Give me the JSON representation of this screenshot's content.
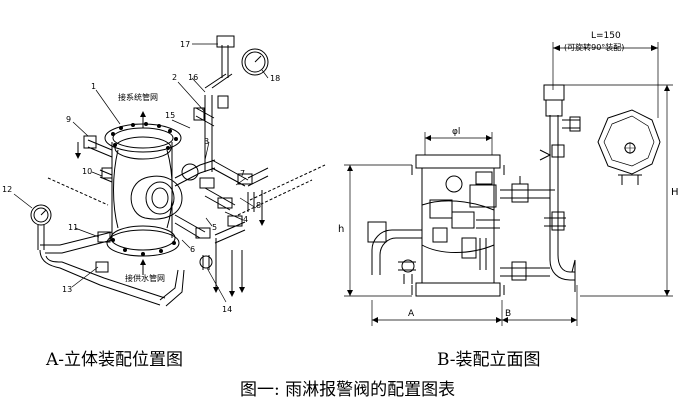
{
  "captions": {
    "a": "A-立体装配位置图",
    "b": "B-装配立面图",
    "main": "图一: 雨淋报警阀的配置图表"
  },
  "view_a": {
    "callouts": [
      "1",
      "2",
      "3",
      "4",
      "5",
      "6",
      "7",
      "8",
      "9",
      "10",
      "11",
      "12",
      "13",
      "14",
      "15",
      "16",
      "17",
      "18"
    ],
    "labels": {
      "top_pipe": "接系统管网",
      "bottom_pipe": "接供水管网"
    }
  },
  "view_b": {
    "dim_L": "L=150",
    "dim_L_note": "(可旋转90°装配)",
    "dim_diameter": "φl",
    "dim_A": "A",
    "dim_B": "B",
    "dim_h": "h",
    "dim_H": "H"
  }
}
